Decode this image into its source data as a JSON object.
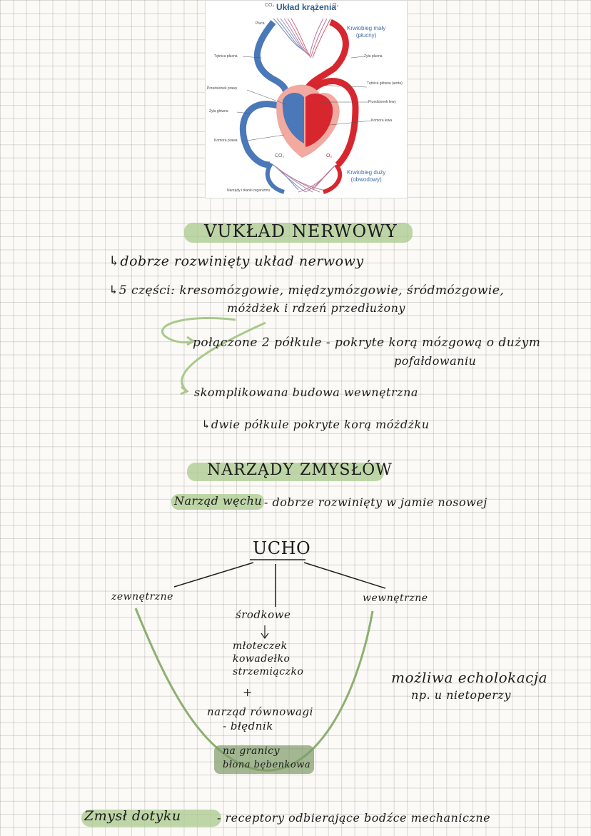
{
  "figure": {
    "title": "Układ krążenia",
    "co2_top": "CO₂",
    "o2_top": "O₂",
    "co2_bottom": "CO₂",
    "o2_bottom": "O₂",
    "labels_left": [
      "Płuca",
      "Tętnica płucna",
      "Przedsionek prawy",
      "Żyła główna",
      "Komora prawa",
      "Narządy i tkanki organizmu"
    ],
    "labels_right": [
      "Żyła płucna",
      "Tętnica główna (aorta)",
      "Przedsionek lewy",
      "Komora lewa"
    ],
    "small_circuit": [
      "Krwiobieg mały",
      "(płucny)"
    ],
    "big_circuit": [
      "Krwiobieg duży",
      "(obwodowy)"
    ]
  },
  "section1": {
    "heading": "VUKŁAD NERWOWY",
    "line1": "↳dobrze rozwinięty układ nerwowy",
    "line2a": "↳5 części: kresomózgowie, międzymózgowie, śródmózgowie,",
    "line2b": "móżdżek i rdzeń przedłużony",
    "line3a": "połączone 2 półkule - pokryte korą mózgową o dużym",
    "line3b": "pofałdowaniu",
    "line4": "skomplikowana budowa wewnętrzna",
    "line5": "↳dwie półkule pokryte korą móżdżku"
  },
  "section2": {
    "heading": "NARZĄDY ZMYSŁÓW",
    "line1_hl": "Narząd węchu",
    "line1_rest": "- dobrze rozwinięty w jamie nosowej",
    "ear": "UCHO",
    "outer": "zewnętrzne",
    "middle": "środkowe",
    "inner": "wewnętrzne",
    "bones": [
      "młoteczek",
      "kowadełko",
      "strzemiączko"
    ],
    "plus": "+",
    "balance1": "narząd równowagi",
    "balance2": "- błędnik",
    "border1": "na granicy",
    "border2": "błona bębenkowa",
    "echo1": "możliwa echolokacja",
    "echo2": "np. u nietoperzy"
  },
  "touch": {
    "hl": "Zmysł dotyku",
    "rest": "- receptory odbierające bodźce mechaniczne"
  }
}
